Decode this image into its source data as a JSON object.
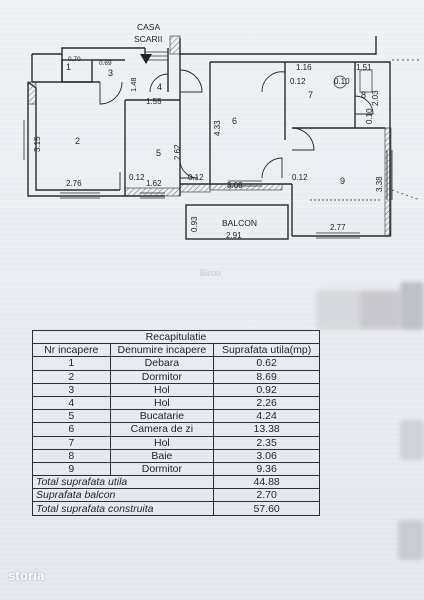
{
  "plan": {
    "stair_label_line1": "CASA",
    "stair_label_line2": "SCARII",
    "balcony_label": "BALCON",
    "room_numbers": [
      "1",
      "2",
      "3",
      "4",
      "5",
      "6",
      "7",
      "8",
      "9"
    ],
    "dimensions": {
      "d_070": "0.70",
      "d_069": "0.69",
      "d_148": "1.48",
      "d_155": "1.55",
      "d_315": "3.15",
      "d_276": "2.76",
      "d_012a": "0.12",
      "d_162": "1.62",
      "d_262": "2.62",
      "d_433": "4.33",
      "d_012b": "0.12",
      "d_309": "3.09",
      "d_012c": "0.12",
      "d_116": "1.16",
      "d_151": "1.51",
      "d_012d": "0.12",
      "d_010a": "0.10",
      "d_203": "2.03",
      "d_010b": "0.10",
      "d_338": "3.38",
      "d_093": "0.93",
      "d_291": "2.91",
      "d_277": "2.77"
    }
  },
  "table": {
    "title": "Recapitulatie",
    "headers": [
      "Nr incapere",
      "Denumire incapere",
      "Suprafata utila(mp)"
    ],
    "rows": [
      {
        "nr": "1",
        "name": "Debara",
        "area": "0.62"
      },
      {
        "nr": "2",
        "name": "Dormitor",
        "area": "8.69"
      },
      {
        "nr": "3",
        "name": "Hol",
        "area": "0.92"
      },
      {
        "nr": "4",
        "name": "Hol",
        "area": "2.26"
      },
      {
        "nr": "5",
        "name": "Bucatarie",
        "area": "4.24"
      },
      {
        "nr": "6",
        "name": "Camera de zi",
        "area": "13.38"
      },
      {
        "nr": "7",
        "name": "Hol",
        "area": "2.35"
      },
      {
        "nr": "8",
        "name": "Baie",
        "area": "3.06"
      },
      {
        "nr": "9",
        "name": "Dormitor",
        "area": "9.36"
      }
    ],
    "totals": [
      {
        "label": "Total suprafata utila",
        "value": "44.88"
      },
      {
        "label": "Suprafata balcon",
        "value": "2.70"
      },
      {
        "label": "Total suprafata construita",
        "value": "57.60"
      }
    ]
  },
  "watermark": {
    "text": "storia",
    "ghost_text": "Birou"
  },
  "colors": {
    "paper": "#e7ebf0",
    "ink": "#222222",
    "brand_text": "#ffffff"
  }
}
